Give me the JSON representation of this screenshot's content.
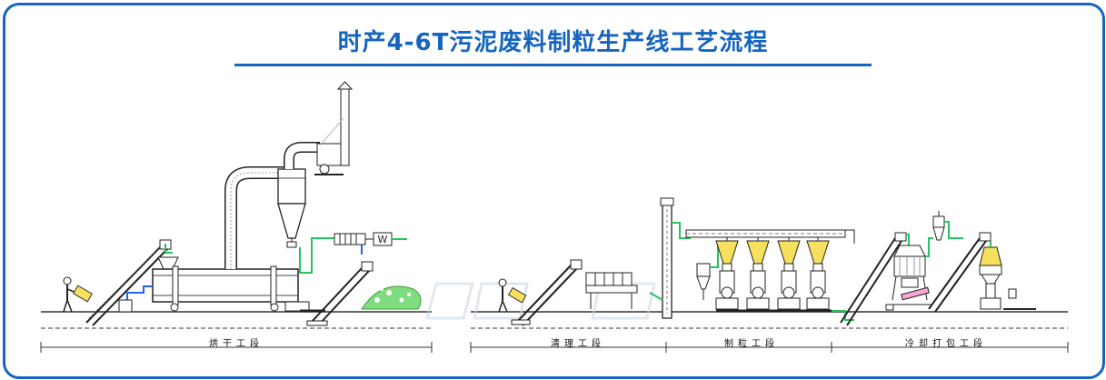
{
  "title": "时产4-6T污泥废料制粒生产线工艺流程",
  "stages": {
    "drying": "烘干工段",
    "cleaning": "清理工段",
    "pelleting": "制粒工段",
    "cooling_packing": "冷却打包工段"
  },
  "colors": {
    "accent": "#1565c0",
    "duct_green": "#22c55e",
    "flow_blue": "#2563eb",
    "material_yellow": "#f6e05e",
    "chips_green": "#7fdc7f",
    "watermark": "#cbd5e1"
  }
}
